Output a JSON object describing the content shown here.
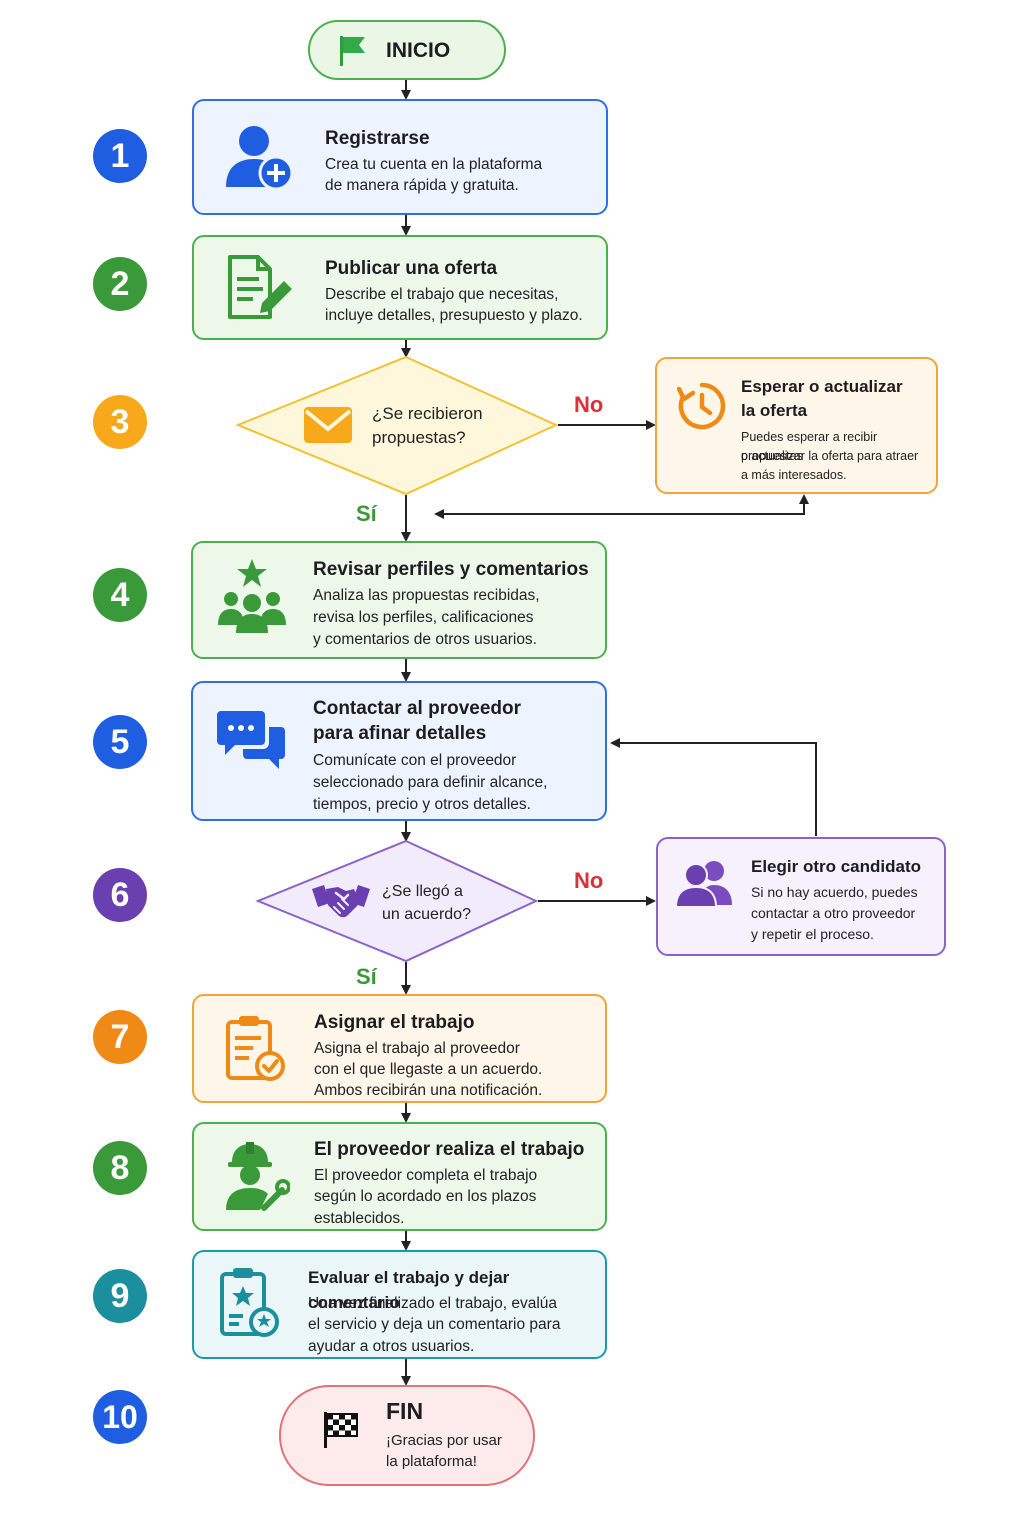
{
  "start": {
    "label": "INICIO"
  },
  "steps": [
    {
      "number": "1",
      "title": "Registrarse",
      "desc": [
        "Crea tu cuenta en la plataforma",
        "de manera rápida y gratuita."
      ]
    },
    {
      "number": "2",
      "title": "Publicar una oferta",
      "desc": [
        "Describe el trabajo que necesitas,",
        "incluye detalles, presupuesto y plazo."
      ]
    },
    {
      "number": "3",
      "question": [
        "¿Se recibieron",
        "propuestas?"
      ]
    },
    {
      "number": "4",
      "title": "Revisar perfiles y comentarios",
      "desc": [
        "Analiza las propuestas recibidas,",
        "revisa los perfiles, calificaciones",
        "y comentarios de otros usuarios."
      ]
    },
    {
      "number": "5",
      "title": [
        "Contactar al proveedor",
        "para afinar detalles"
      ],
      "desc": [
        "Comunícate con el proveedor",
        "seleccionado para definir alcance,",
        "tiempos, precio y otros detalles."
      ]
    },
    {
      "number": "6",
      "question": [
        "¿Se llegó a",
        "un acuerdo?"
      ]
    },
    {
      "number": "7",
      "title": "Asignar el trabajo",
      "desc": [
        "Asigna el trabajo al proveedor",
        "con el que llegaste a un acuerdo.",
        "Ambos recibirán una notificación."
      ]
    },
    {
      "number": "8",
      "title": "El proveedor realiza el trabajo",
      "desc": [
        "El proveedor completa el trabajo",
        "según lo acordado en los plazos",
        "establecidos."
      ]
    },
    {
      "number": "9",
      "title": "Evaluar el trabajo y dejar comentario",
      "desc": [
        "Una vez finalizado el trabajo, evalúa",
        "el servicio y deja un comentario para",
        "ayudar a otros usuarios."
      ]
    },
    {
      "number": "10"
    }
  ],
  "side_wait": {
    "title": [
      "Esperar o actualizar",
      "la oferta"
    ],
    "desc": [
      "Puedes esperar a recibir propuestas",
      "o actualizar la oferta para atraer",
      "a más interesados."
    ]
  },
  "side_other": {
    "title": "Elegir otro candidato",
    "desc": [
      "Si no hay acuerdo, puedes",
      "contactar a otro proveedor",
      "y repetir el proceso."
    ]
  },
  "end": {
    "label": "FIN",
    "desc": [
      "¡Gracias por usar",
      "la plataforma!"
    ]
  },
  "branch_labels": {
    "yes": "Sí",
    "no": "No"
  },
  "colors": {
    "blue": "#1f5ee0",
    "green": "#3a9a3a",
    "yellow": "#f7a81b",
    "purple": "#6a3fb0",
    "orange": "#ef8a17",
    "teal": "#1b8f9e",
    "red": "#d9303a"
  },
  "icons": [
    "flag-icon",
    "add-user-icon",
    "document-edit-icon",
    "envelope-icon",
    "clock-refresh-icon",
    "group-star-icon",
    "chat-bubbles-icon",
    "handshake-icon",
    "users-icon",
    "clipboard-check-icon",
    "worker-icon",
    "clipboard-star-icon",
    "checkered-flag-icon"
  ]
}
